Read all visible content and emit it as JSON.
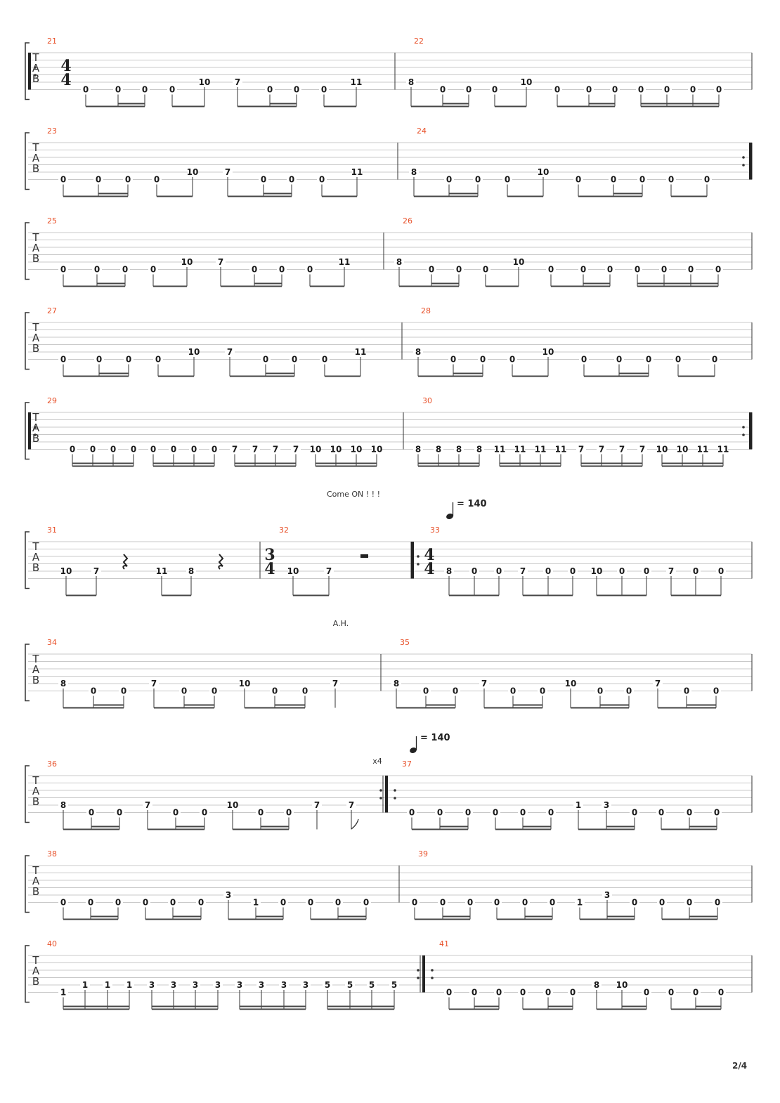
{
  "page_number": "2/4",
  "tab_label": [
    "T",
    "A",
    "B"
  ],
  "time_signatures": {
    "four_four": [
      "4",
      "4"
    ],
    "three_four": [
      "3",
      "4"
    ]
  },
  "annotations": {
    "come_on": "Come ON ! ! !",
    "ah": "A.H.",
    "repeat_count": "x4"
  },
  "tempo": {
    "text": "= 140"
  },
  "colors": {
    "measure_number": "#e8512a",
    "staff_line": "#c8c8c8",
    "notes": "#1a1a1a"
  },
  "systems": [
    {
      "measures": [
        {
          "number": "21",
          "groups": [
            [
              "0",
              "0",
              "0"
            ],
            [
              "0",
              "10"
            ],
            [
              "7",
              "0",
              "0"
            ],
            [
              "0",
              "11"
            ]
          ]
        },
        {
          "number": "22",
          "groups": [
            [
              "8",
              "0",
              "0"
            ],
            [
              "0",
              "10"
            ],
            [
              "0",
              "0",
              "0"
            ],
            [
              "0",
              "0",
              "0",
              "0"
            ]
          ]
        }
      ]
    },
    {
      "measures": [
        {
          "number": "23",
          "groups": [
            [
              "0",
              "0",
              "0"
            ],
            [
              "0",
              "10"
            ],
            [
              "7",
              "0",
              "0"
            ],
            [
              "0",
              "11"
            ]
          ]
        },
        {
          "number": "24",
          "groups": [
            [
              "8",
              "0",
              "0"
            ],
            [
              "0",
              "10"
            ],
            [
              "0",
              "0",
              "0"
            ],
            [
              "0",
              "0"
            ]
          ]
        }
      ]
    },
    {
      "measures": [
        {
          "number": "25",
          "groups": [
            [
              "0",
              "0",
              "0"
            ],
            [
              "0",
              "10"
            ],
            [
              "7",
              "0",
              "0"
            ],
            [
              "0",
              "11"
            ]
          ]
        },
        {
          "number": "26",
          "groups": [
            [
              "8",
              "0",
              "0"
            ],
            [
              "0",
              "10"
            ],
            [
              "0",
              "0",
              "0"
            ],
            [
              "0",
              "0",
              "0",
              "0"
            ]
          ]
        }
      ]
    },
    {
      "measures": [
        {
          "number": "27",
          "groups": [
            [
              "0",
              "0",
              "0"
            ],
            [
              "0",
              "10"
            ],
            [
              "7",
              "0",
              "0"
            ],
            [
              "0",
              "11"
            ]
          ]
        },
        {
          "number": "28",
          "groups": [
            [
              "8",
              "0",
              "0"
            ],
            [
              "0",
              "10"
            ],
            [
              "0",
              "0",
              "0"
            ],
            [
              "0",
              "0"
            ]
          ]
        }
      ]
    },
    {
      "measures": [
        {
          "number": "29",
          "groups": [
            [
              "0",
              "0",
              "0",
              "0"
            ],
            [
              "0",
              "0",
              "0",
              "0"
            ],
            [
              "7",
              "7",
              "7",
              "7"
            ],
            [
              "10",
              "10",
              "10",
              "10"
            ]
          ]
        },
        {
          "number": "30",
          "groups": [
            [
              "8",
              "8",
              "8",
              "8"
            ],
            [
              "11",
              "11",
              "11",
              "11"
            ],
            [
              "7",
              "7",
              "7",
              "7"
            ],
            [
              "10",
              "10",
              "11",
              "11"
            ]
          ]
        }
      ]
    },
    {
      "measures": [
        {
          "number": "31",
          "groups": [
            [
              "10",
              "7"
            ],
            [
              "11",
              "8"
            ]
          ]
        },
        {
          "number": "32",
          "groups": [
            [
              "10",
              "7"
            ]
          ]
        },
        {
          "number": "33",
          "groups": [
            [
              "8",
              "0",
              "0"
            ],
            [
              "7",
              "0",
              "0"
            ],
            [
              "10",
              "0",
              "0"
            ],
            [
              "7",
              "0",
              "0"
            ]
          ]
        }
      ]
    },
    {
      "measures": [
        {
          "number": "34",
          "groups": [
            [
              "8",
              "0",
              "0"
            ],
            [
              "7",
              "0",
              "0"
            ],
            [
              "10",
              "0",
              "0"
            ],
            [
              "7"
            ]
          ]
        },
        {
          "number": "35",
          "groups": [
            [
              "8",
              "0",
              "0"
            ],
            [
              "7",
              "0",
              "0"
            ],
            [
              "10",
              "0",
              "0"
            ],
            [
              "7",
              "0",
              "0"
            ]
          ]
        }
      ]
    },
    {
      "measures": [
        {
          "number": "36",
          "groups": [
            [
              "8",
              "0",
              "0"
            ],
            [
              "7",
              "0",
              "0"
            ],
            [
              "10",
              "0",
              "0"
            ],
            [
              "7"
            ],
            [
              "7"
            ]
          ]
        },
        {
          "number": "37",
          "groups": [
            [
              "0",
              "0",
              "0"
            ],
            [
              "0",
              "0",
              "0"
            ],
            [
              "1",
              "3",
              "0"
            ],
            [
              "0",
              "0",
              "0"
            ]
          ]
        }
      ]
    },
    {
      "measures": [
        {
          "number": "38",
          "groups": [
            [
              "0",
              "0",
              "0"
            ],
            [
              "0",
              "0",
              "0"
            ],
            [
              "3",
              "1",
              "0"
            ],
            [
              "0",
              "0",
              "0"
            ]
          ]
        },
        {
          "number": "39",
          "groups": [
            [
              "0",
              "0",
              "0"
            ],
            [
              "0",
              "0",
              "0"
            ],
            [
              "1",
              "3",
              "0"
            ],
            [
              "0",
              "0",
              "0"
            ]
          ]
        }
      ]
    },
    {
      "measures": [
        {
          "number": "40",
          "groups": [
            [
              "1",
              "1",
              "1",
              "1"
            ],
            [
              "3",
              "3",
              "3",
              "3"
            ],
            [
              "3",
              "3",
              "3",
              "3"
            ],
            [
              "5",
              "5",
              "5",
              "5"
            ]
          ]
        },
        {
          "number": "41",
          "groups": [
            [
              "0",
              "0",
              "0"
            ],
            [
              "0",
              "0",
              "0"
            ],
            [
              "8",
              "10",
              "0"
            ],
            [
              "0",
              "0",
              "0"
            ]
          ]
        }
      ]
    }
  ]
}
